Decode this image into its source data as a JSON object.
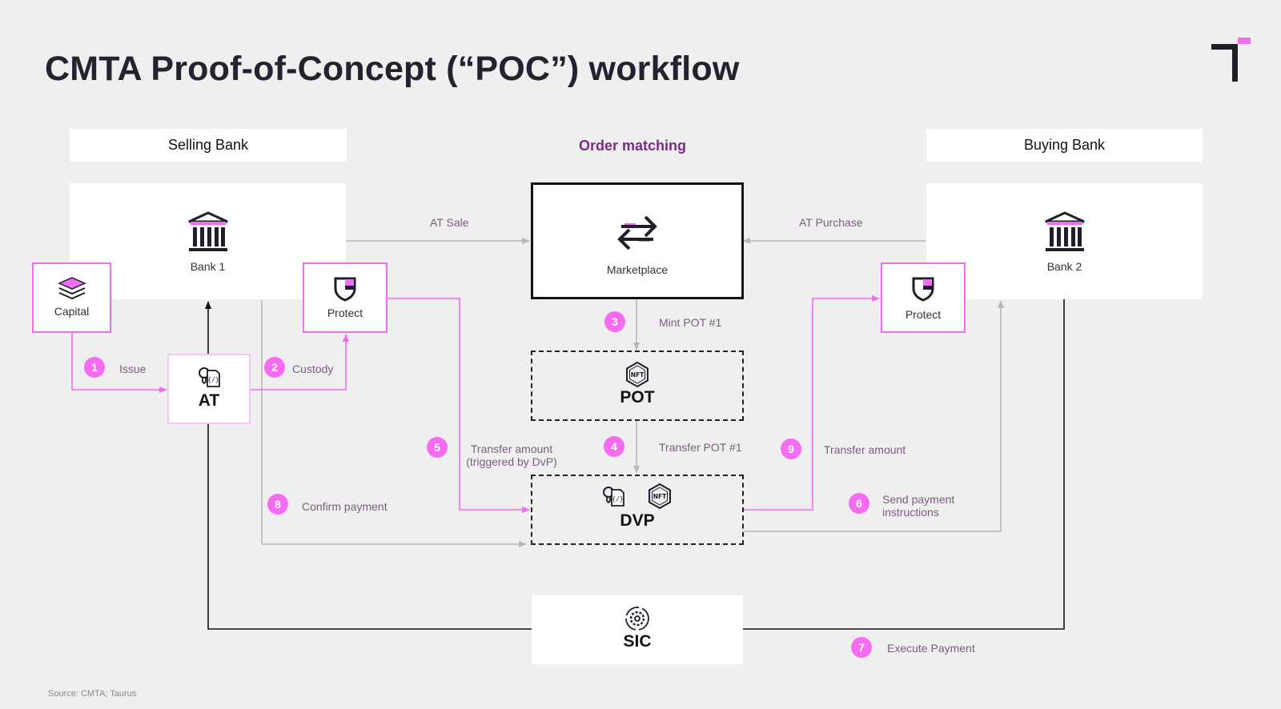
{
  "title": "CMTA Proof-of-Concept (“POC”) workflow",
  "headers": {
    "selling": "Selling Bank",
    "center": "Order matching",
    "buying": "Buying Bank"
  },
  "nodes": {
    "bank1": "Bank 1",
    "bank2": "Bank 2",
    "marketplace": "Marketplace",
    "capital": "Capital",
    "protect_left": "Protect",
    "protect_right": "Protect",
    "at": "AT",
    "pot": "POT",
    "dvp": "DVP",
    "sic": "SIC",
    "nft_icon_text": "NFT"
  },
  "edge_labels": {
    "at_sale": "AT Sale",
    "at_purchase": "AT Purchase",
    "issue": "Issue",
    "custody": "Custody",
    "mint": "Mint POT #1",
    "transfer_pot": "Transfer POT #1",
    "transfer_amount_l1": "Transfer amount",
    "transfer_amount_l2": "(triggered by DvP)",
    "transfer_amount_r": "Transfer amount",
    "confirm": "Confirm payment",
    "send_l1": "Send payment",
    "send_l2": "instructions",
    "execute": "Execute Payment"
  },
  "steps": {
    "s1": "1",
    "s2": "2",
    "s3": "3",
    "s4": "4",
    "s5": "5",
    "s6": "6",
    "s7": "7",
    "s8": "8",
    "s9": "9"
  },
  "source": "Source: CMTA; Taurus",
  "colors": {
    "accent": "#f56cf0",
    "gray_line": "#b8b8b8",
    "dark": "#22232e",
    "purple": "#7b2a86"
  }
}
